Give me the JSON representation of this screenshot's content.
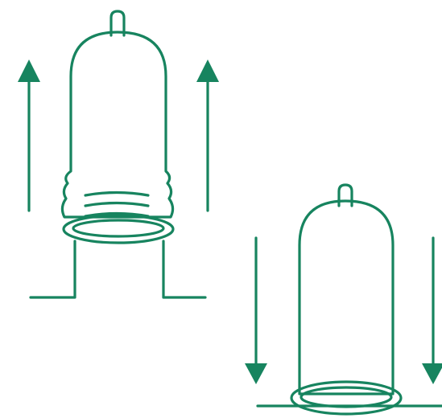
{
  "colors": {
    "stroke": "#17845f",
    "fill": "#d6ebe4",
    "arrow": "#17845f",
    "background": "#ffffff"
  },
  "panels": [
    {
      "name": "rolled-condom",
      "direction": "up",
      "icon": "arrow-up-icon"
    },
    {
      "name": "unrolled-condom",
      "direction": "down",
      "icon": "arrow-down-icon"
    }
  ]
}
